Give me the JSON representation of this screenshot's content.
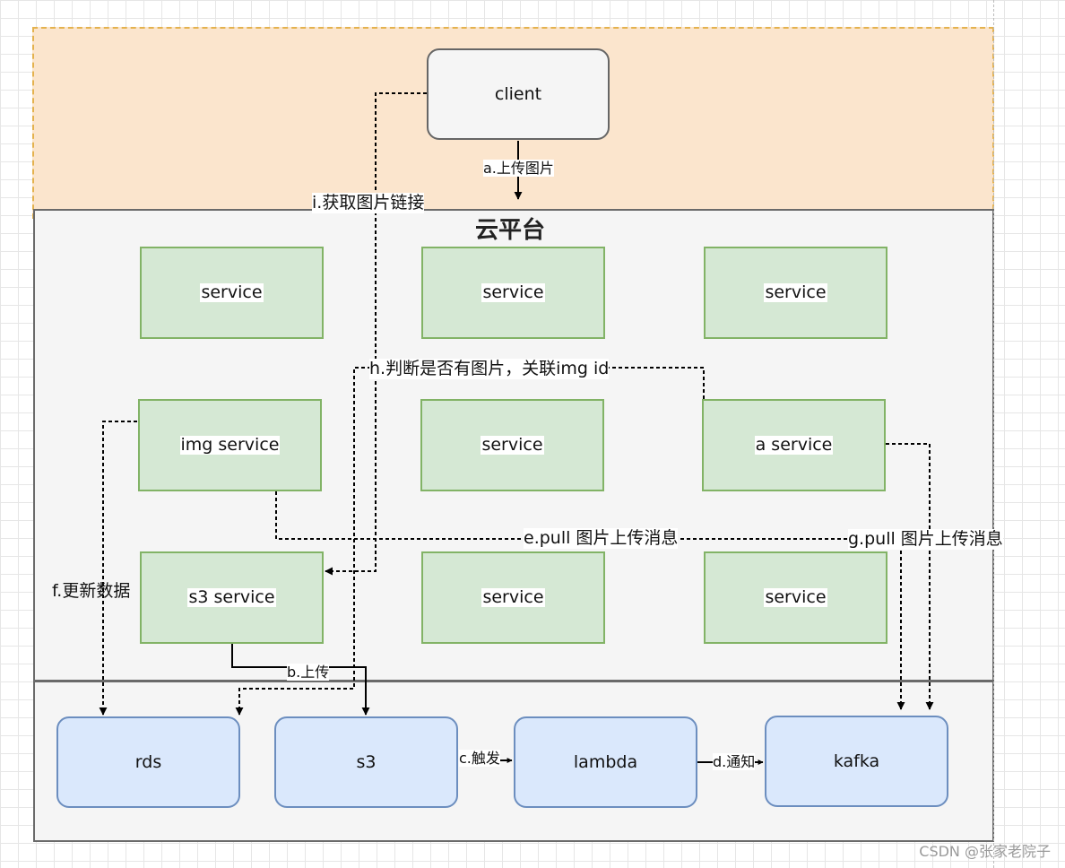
{
  "diagram": {
    "zone_title": "云平台",
    "nodes": {
      "client": "client",
      "service_1": "service",
      "service_2": "service",
      "service_3": "service",
      "img_service": "img service",
      "service_5": "service",
      "a_service": "a service",
      "s3_service": "s3 service",
      "service_8": "service",
      "service_9": "service",
      "rds": "rds",
      "s3": "s3",
      "lambda": "lambda",
      "kafka": "kafka"
    },
    "edge_labels": {
      "a": "a.上传图片",
      "b": "b.上传",
      "c": "c.触发",
      "d": "d.通知",
      "e": "e.pull 图片上传消息",
      "f": "f.更新数据",
      "g": "g.pull 图片上传消息",
      "h": "h.判断是否有图片，关联img id",
      "i": "i.获取图片链接"
    }
  },
  "watermark": "CSDN @张家老院子"
}
